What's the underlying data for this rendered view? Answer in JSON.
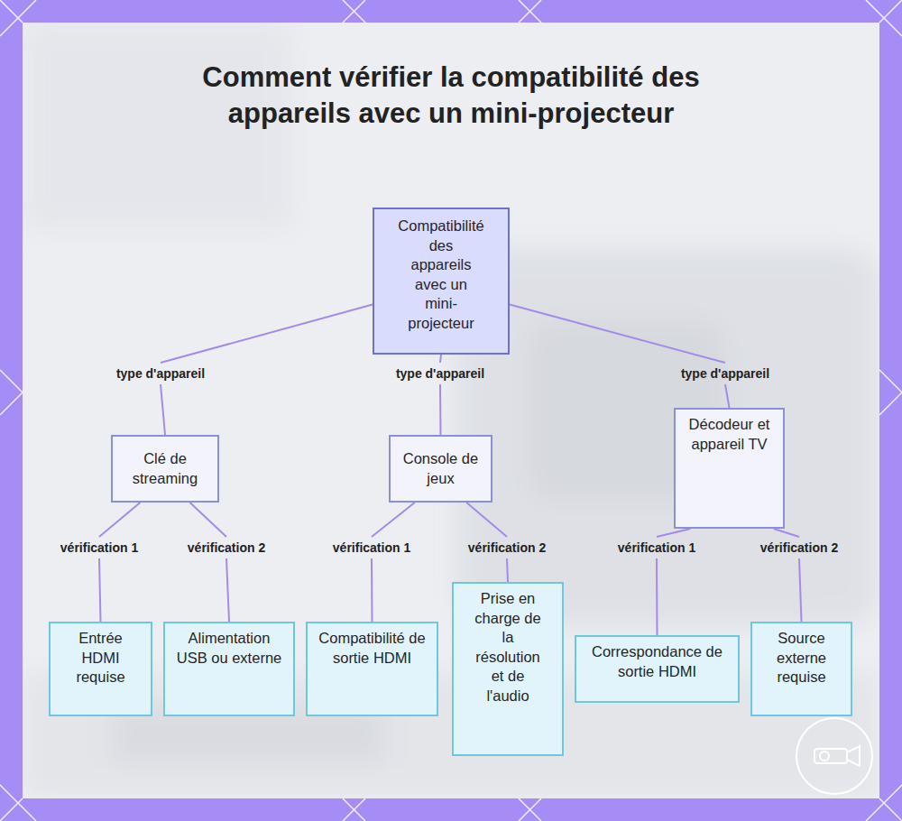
{
  "diagram": {
    "title": "Comment vérifier la compatibilité des appareils avec un mini-projecteur",
    "nodes": [
      {
        "text": [
          "Compatibilité des appareils avec un mini-projecteur"
        ]
      },
      {
        "text": [
          "Clé de streaming"
        ]
      },
      {
        "text": [
          "Console de jeux"
        ]
      },
      {
        "text": [
          "Décodeur et appareil TV"
        ]
      },
      {
        "text": [
          "Entrée HDMI requise"
        ]
      },
      {
        "text": [
          "Alimentation USB ou externe"
        ]
      },
      {
        "text": [
          "Compatibilité de sortie HDMI"
        ]
      },
      {
        "text": [
          "Prise en charge de la résolution et de l'audio"
        ]
      },
      {
        "text": [
          "Correspondance de sortie HDMI"
        ]
      },
      {
        "text": [
          "Source externe requise"
        ]
      }
    ],
    "edges": [
      {
        "from": 0,
        "to": 1,
        "label": "type d'appareil",
        "arrow": "none"
      },
      {
        "from": 0,
        "to": 2,
        "label": "type d'appareil",
        "arrow": "none"
      },
      {
        "from": 0,
        "to": 3,
        "label": "type d'appareil",
        "arrow": "none"
      },
      {
        "from": 1,
        "to": 4,
        "label": "vérification 1",
        "arrow": "none"
      },
      {
        "from": 1,
        "to": 5,
        "label": "vérification 2",
        "arrow": "none"
      },
      {
        "from": 2,
        "to": 6,
        "label": "vérification 1",
        "arrow": "none"
      },
      {
        "from": 2,
        "to": 7,
        "label": "vérification 2",
        "arrow": "none"
      },
      {
        "from": 3,
        "to": 8,
        "label": "vérification 1",
        "arrow": "none"
      },
      {
        "from": 3,
        "to": 9,
        "label": "vérification 2",
        "arrow": "none"
      }
    ]
  }
}
